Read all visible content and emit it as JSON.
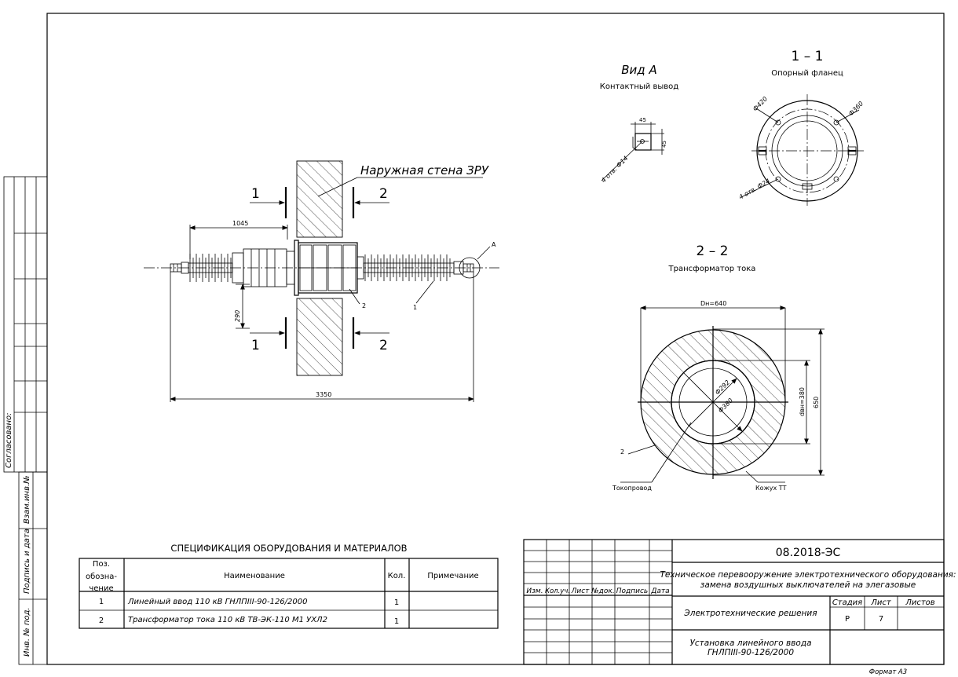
{
  "drawing": {
    "wall_label": "Наружная стена ЗРУ",
    "section_mark_1": "1",
    "section_mark_2": "2",
    "dim_1045": "1045",
    "dim_290": "290",
    "dim_3350": "3350",
    "callout_A": "A",
    "callout_2": "2",
    "callout_1": "1"
  },
  "view_a": {
    "title": "Вид А",
    "subtitle": "Контактный вывод",
    "dim_45_h": "45",
    "dim_45_v": "45",
    "holes": "4 отв. Ф14"
  },
  "section_1_1": {
    "title": "1 – 1",
    "subtitle": "Опорный фланец",
    "d420": "Ф420",
    "d360": "Ф360",
    "holes": "4 отв. Ф24"
  },
  "section_2_2": {
    "title": "2 – 2",
    "subtitle": "Трансформатор тока",
    "dn": "Dн=640",
    "dvn": "dвн=380",
    "d650": "650",
    "d292": "Ф292",
    "d380": "Ф380",
    "callout_2": "2",
    "conductor": "Токопровод",
    "housing": "Кожух ТТ"
  },
  "spec": {
    "title": "СПЕЦИФИКАЦИЯ ОБОРУДОВАНИЯ И МАТЕРИАЛОВ",
    "headers": {
      "pos_1": "Поз.",
      "pos_2": "обозна-",
      "pos_3": "чение",
      "name": "Наименование",
      "qty": "Кол.",
      "note": "Примечание"
    },
    "rows": [
      {
        "pos": "1",
        "name": "Линейный ввод 110 кВ ГНЛПIII-90-126/2000",
        "qty": "1",
        "note": ""
      },
      {
        "pos": "2",
        "name": "Трансформатор тока 110 кВ ТВ-ЭК-110 М1 УХЛ2",
        "qty": "1",
        "note": ""
      }
    ]
  },
  "title_block": {
    "code": "08.2018-ЭС",
    "project_1": "Техническое перевооружение электротехнического оборудования:",
    "project_2": "замена воздушных выключателей на элегазовые",
    "section": "Электротехнические решения",
    "stage_label": "Стадия",
    "sheet_label": "Лист",
    "sheets_label": "Листов",
    "stage": "Р",
    "sheet": "7",
    "sheets": "",
    "sheet_title_1": "Установка линейного ввода",
    "sheet_title_2": "ГНЛПIII-90-126/2000",
    "col_izm": "Изм.",
    "col_kolch": "Кол.уч.",
    "col_list": "Лист",
    "col_ndok": "№док.",
    "col_podpis": "Подпись",
    "col_data": "Дата",
    "format": "Формат А3"
  },
  "side_stamps": {
    "agreed": "Согласовано:",
    "vzam": "Взам.инв.№",
    "podpis": "Подпись и дата",
    "inv": "Инв. № под."
  }
}
